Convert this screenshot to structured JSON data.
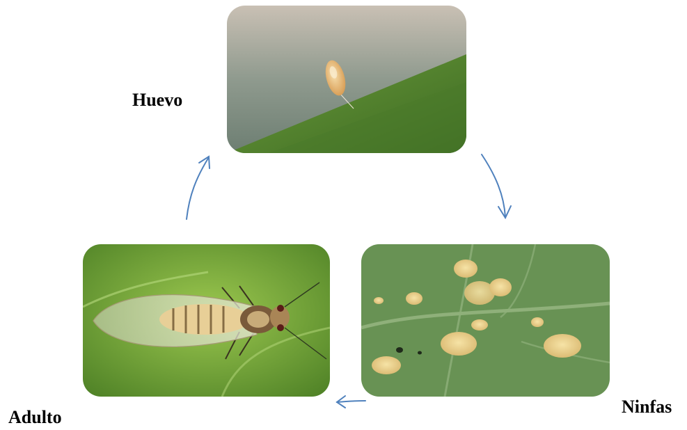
{
  "stages": {
    "egg": {
      "label": "Huevo"
    },
    "nymph": {
      "label": "Ninfas"
    },
    "adult": {
      "label": "Adulto"
    }
  },
  "colors": {
    "arrow": "#4f81bd",
    "leaf_green": "#5b8f2e",
    "leaf_dark": "#3f6a22",
    "insect_cream": "#f2d7a0"
  }
}
